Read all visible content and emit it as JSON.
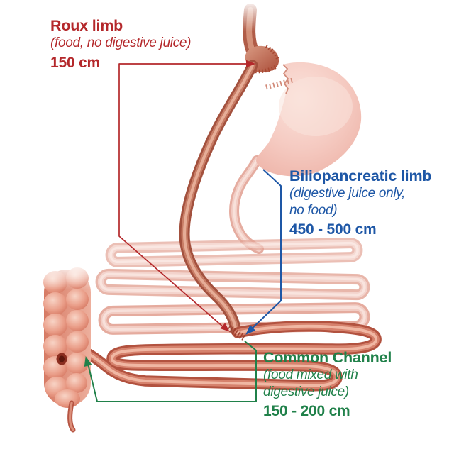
{
  "colors": {
    "red": "#b4282b",
    "blue": "#1e57a6",
    "green": "#20814a",
    "intestine_light": "#f0c6bc",
    "intestine_dark": "#c87d66",
    "common_channel": "#d6826d",
    "stomach_pink": "#f5cac1",
    "colon_pink": "#e08a74",
    "background": "#ffffff"
  },
  "labels": {
    "roux": {
      "title": "Roux limb",
      "desc": "(food, no digestive juice)",
      "length": "150 cm"
    },
    "bilio": {
      "title": "Biliopancreatic limb",
      "desc_line1": "(digestive juice only,",
      "desc_line2": "no food)",
      "length": "450 - 500 cm"
    },
    "common": {
      "title": "Common Channel",
      "desc_line1": "(food mixed with",
      "desc_line2": "digestive juice)",
      "length": "150 - 200 cm"
    }
  }
}
